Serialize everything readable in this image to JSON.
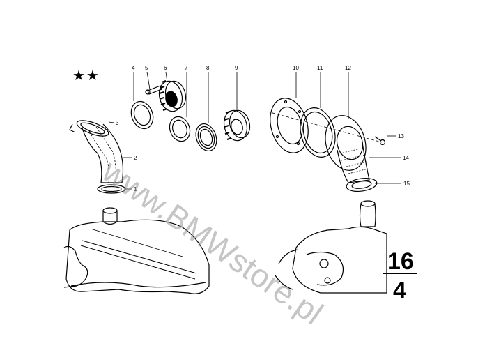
{
  "diagram": {
    "stars": "★★",
    "watermark": "www.BMWstore.pl",
    "page_number": {
      "top": "16",
      "bottom": "4"
    },
    "callouts": {
      "c1": "1",
      "c2": "2",
      "c3": "3",
      "c4": "4",
      "c5": "5",
      "c6": "6",
      "c7": "7",
      "c8": "8",
      "c9": "9",
      "c10": "10",
      "c11": "11",
      "c12": "12",
      "c13": "13",
      "c14": "14",
      "c15": "15"
    }
  },
  "colors": {
    "ink": "#000000",
    "watermark": "#969696",
    "background": "#ffffff"
  }
}
